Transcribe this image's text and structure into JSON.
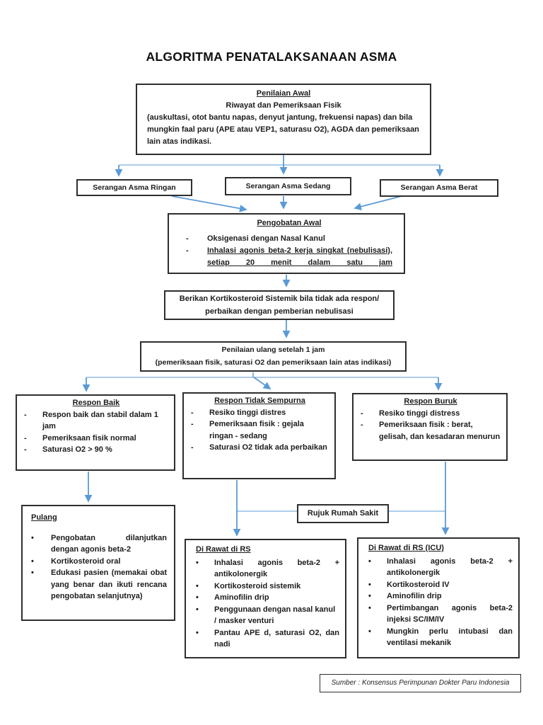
{
  "title": "ALGORITMA PENATALAKSANAAN ASMA",
  "colors": {
    "arrow_blue": "#5B9BD5",
    "box_border": "#2e2e2e"
  },
  "flow": {
    "penilaian_awal": {
      "heading": "Penilaian Awal",
      "subheading": "Riwayat dan Pemeriksaan Fisik",
      "body": "(auskultasi, otot bantu napas, denyut jantung, frekuensi napas) dan bila mungkin faal paru (APE atau VEP1, saturasu O2), AGDA dan pemeriksaan lain atas indikasi."
    },
    "severity": {
      "ringan": "Serangan Asma Ringan",
      "sedang": "Serangan Asma Sedang",
      "berat": "Serangan Asma Berat"
    },
    "pengobatan_awal": {
      "heading": "Pengobatan Awal",
      "items": [
        "Oksigenasi dengan Nasal Kanul",
        "Inhalasi agonis beta-2 kerja singkat (nebulisasi), setiap 20 menit dalam satu jam"
      ]
    },
    "kortikosteroid": {
      "text": "Berikan Kortikosteroid Sistemik bila tidak ada respon/ perbaikan dengan pemberian nebulisasi"
    },
    "penilaian_ulang": {
      "line1": "Penilaian ulang setelah 1 jam",
      "line2": "(pemeriksaan fisik, saturasi O2 dan pemeriksaan lain atas indikasi)"
    },
    "respon_baik": {
      "heading": "Respon Baik",
      "items": [
        "Respon baik dan stabil dalam 1 jam",
        "Pemeriksaan fisik normal",
        "Saturasi O2 > 90 %"
      ]
    },
    "respon_tidak_sempurna": {
      "heading": "Respon Tidak Sempurna",
      "items": [
        "Resiko tinggi distres",
        "Pemeriksaan fisik : gejala ringan - sedang",
        "Saturasi O2 tidak ada perbaikan"
      ]
    },
    "respon_buruk": {
      "heading": "Respon Buruk",
      "items": [
        "Resiko tinggi distress",
        "Pemeriksaan fisik : berat, gelisah, dan kesadaran menurun"
      ]
    },
    "pulang": {
      "heading": "Pulang",
      "items": [
        "Pengobatan dilanjutkan dengan agonis beta-2",
        "Kortikosteroid oral",
        "Edukasi pasien (memakai obat yang benar dan ikuti rencana pengobatan selanjutnya)"
      ]
    },
    "rujuk": {
      "label": "Rujuk Rumah Sakit"
    },
    "rawat_rs": {
      "heading": "Di Rawat di RS",
      "items": [
        "Inhalasi agonis beta-2 + antikolonergik",
        "Kortikosteroid sistemik",
        "Aminofilin drip",
        "Penggunaan dengan nasal kanul / masker venturi",
        "Pantau APE d, saturasi O2, dan nadi"
      ]
    },
    "rawat_icu": {
      "heading": "Di Rawat di RS (ICU)",
      "items": [
        "Inhalasi agonis beta-2 + antikolonergik",
        "Kortikosteroid IV",
        "Aminofilin drip",
        "Pertimbangan agonis beta-2 injeksi SC/IM/IV",
        "Mungkin perlu intubasi dan ventilasi mekanik"
      ]
    }
  },
  "footer": {
    "sumber": "Sumber : Konsensus Perimpunan Dokter Paru Indonesia"
  }
}
